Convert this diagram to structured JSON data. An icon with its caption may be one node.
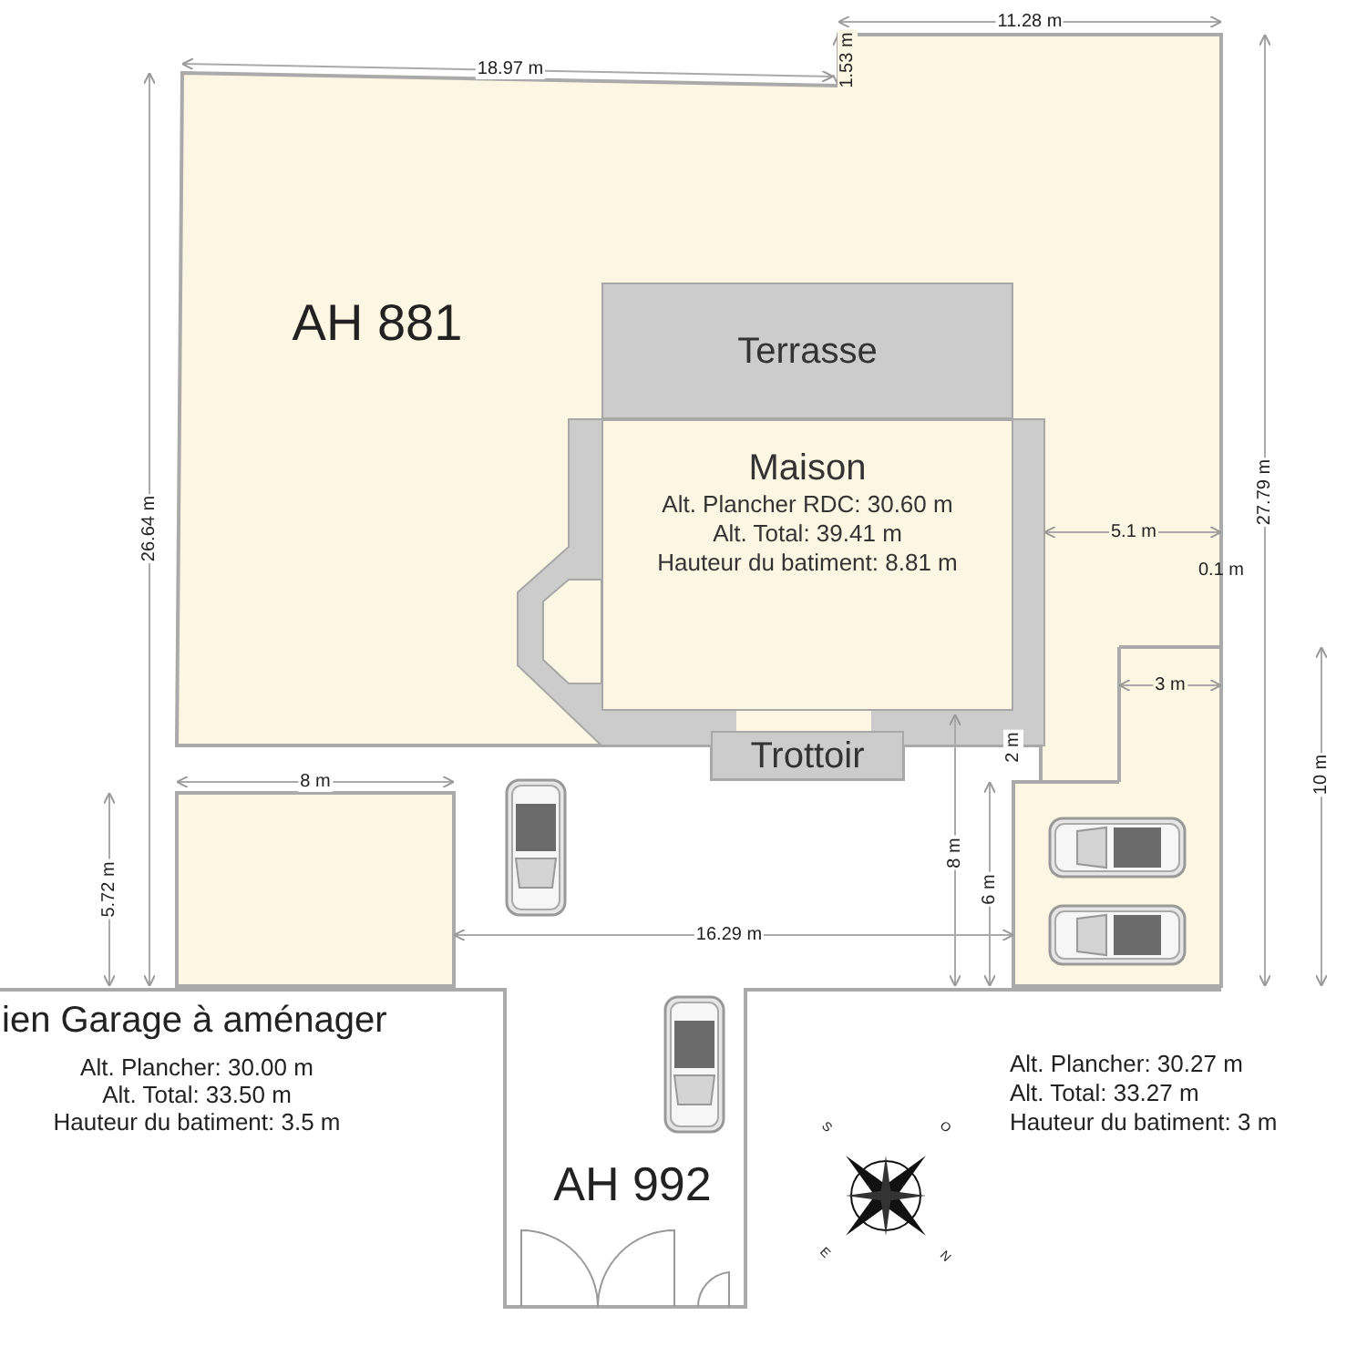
{
  "diagram": {
    "nodes": [
      {
        "text": [
          "Terrasse"
        ]
      },
      {
        "text": [
          "Maison",
          "Alt. Plancher RDC: 30.60 m",
          "Alt. Total: 39.41 m",
          "Hauteur du batiment: 8.81 m"
        ]
      },
      {
        "text": [
          "Trottoir"
        ]
      }
    ],
    "labels": [
      "11.28 m",
      "1.53 m",
      "18.97 m",
      "AH 881",
      "26.64 m",
      "27.79 m",
      "5.1 m",
      "0.1 m",
      "3 m",
      "2 m",
      "8 m",
      "10 m",
      "8 m",
      "5.72 m",
      "6 m",
      "16.29 m",
      "ien Garage à aménager",
      "Alt. Plancher: 30.00 m",
      "Alt. Total: 33.50 m",
      "Hauteur du batiment: 3.5 m",
      "Alt. Plancher: 30.27 m",
      "Alt. Total: 33.27 m",
      "Hauteur du batiment: 3 m",
      "AH 992",
      "S",
      "O",
      "E",
      "N"
    ]
  }
}
